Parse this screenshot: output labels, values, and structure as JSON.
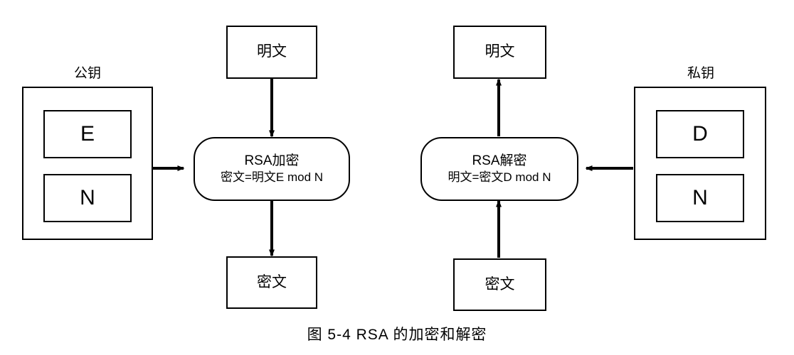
{
  "figure": {
    "caption": "图 5-4   RSA 的加密和解密",
    "stroke_color": "#000000",
    "background_color": "#ffffff"
  },
  "left_section": {
    "key_title": "公钥",
    "key_parts": [
      {
        "label": "E"
      },
      {
        "label": "N"
      }
    ],
    "input_box": "明文",
    "output_box": "密文",
    "process": {
      "line1": "RSA加密",
      "line2": "密文=明文E mod N"
    }
  },
  "right_section": {
    "key_title": "私钥",
    "key_parts": [
      {
        "label": "D"
      },
      {
        "label": "N"
      }
    ],
    "input_box": "密文",
    "output_box": "明文",
    "process": {
      "line1": "RSA解密",
      "line2": "明文=密文D mod N"
    }
  }
}
